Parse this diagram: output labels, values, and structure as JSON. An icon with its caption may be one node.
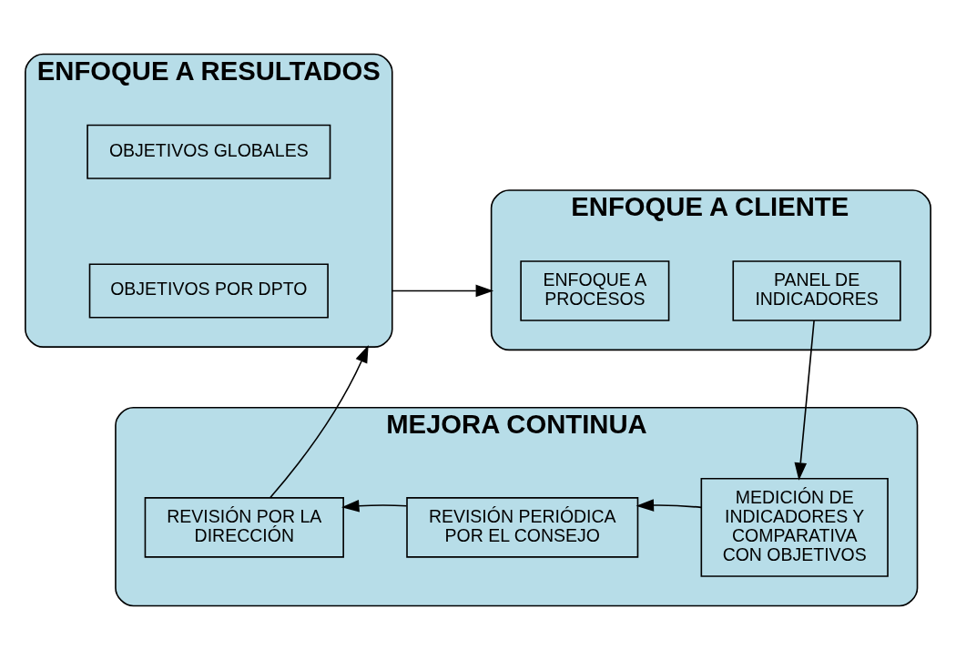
{
  "diagram": {
    "nodes": [
      {
        "text": [
          "ENFOQUE A RESULTADOS"
        ]
      },
      {
        "text": [
          "OBJETIVOS GLOBALES"
        ],
        "in": 0
      },
      {
        "text": [
          "OBJETIVOS POR DPTO"
        ],
        "in": 0
      },
      {
        "text": [
          "ENFOQUE A CLIENTE"
        ]
      },
      {
        "text": [
          "ENFOQUE A PROCESOS"
        ],
        "in": 3
      },
      {
        "text": [
          "PANEL DE INDICADORES"
        ],
        "in": 3
      },
      {
        "text": [
          "MEJORA CONTINUA"
        ]
      },
      {
        "text": [
          "REVISIÓN POR LA DIRECCIÓN"
        ],
        "in": 6
      },
      {
        "text": [
          "REVISIÓN PERIÓDICA POR EL CONSEJO"
        ],
        "in": 6
      },
      {
        "text": [
          "MEDICIÓN DE INDICADORES Y COMPARATIVA CON OBJETIVOS"
        ],
        "in": 6
      }
    ],
    "edges": [
      {
        "from": 0,
        "to": 3,
        "arrow": "to"
      },
      {
        "from": 5,
        "to": 9,
        "arrow": "to"
      },
      {
        "from": 9,
        "to": 8,
        "arrow": "to"
      },
      {
        "from": 8,
        "to": 7,
        "arrow": "to"
      },
      {
        "from": 7,
        "to": 0,
        "arrow": "to"
      }
    ]
  }
}
